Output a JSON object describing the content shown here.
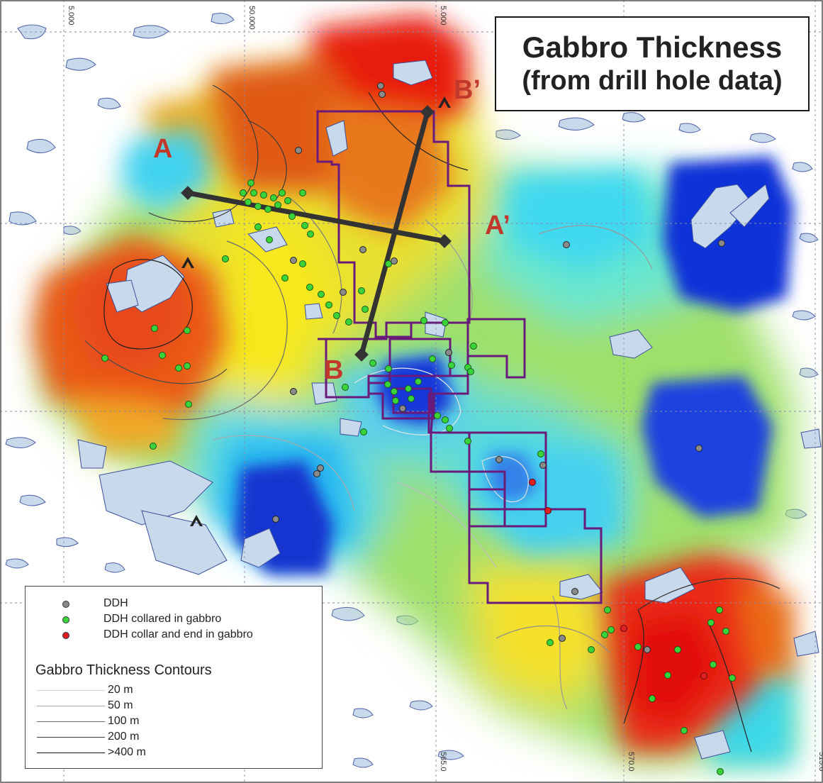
{
  "title": {
    "line1": "Gabbro Thickness",
    "line2": "(from drill hole data)"
  },
  "section_labels": {
    "a": "A",
    "a_prime": "A’",
    "b": "B",
    "b_prime": "B’"
  },
  "legend": {
    "points": [
      {
        "label": "DDH",
        "color": "#8a8a8a"
      },
      {
        "label": "DDH collared in gabbro",
        "color": "#39d43a"
      },
      {
        "label": "DDH collar and end in gabbro",
        "color": "#e02020"
      }
    ],
    "contours_heading": "Gabbro Thickness Contours",
    "contours": [
      {
        "label": "20 m",
        "color": "#d6d6d6"
      },
      {
        "label": "50 m",
        "color": "#a8a8a8"
      },
      {
        "label": "100 m",
        "color": "#6a6a6a"
      },
      {
        "label": "200 m",
        "color": "#383838"
      },
      {
        "label": ">400 m",
        "color": "#111111"
      }
    ]
  },
  "grid_labels": [
    "5.000",
    "50.000",
    "5.000",
    "565.0",
    "570.0",
    "515.0"
  ],
  "colors": {
    "water": "#c9d9ec",
    "water_edge": "#3b4f9a",
    "claim_boundary": "#6a1a7a",
    "section_line": "#333333",
    "section_label": "#c0392b"
  }
}
